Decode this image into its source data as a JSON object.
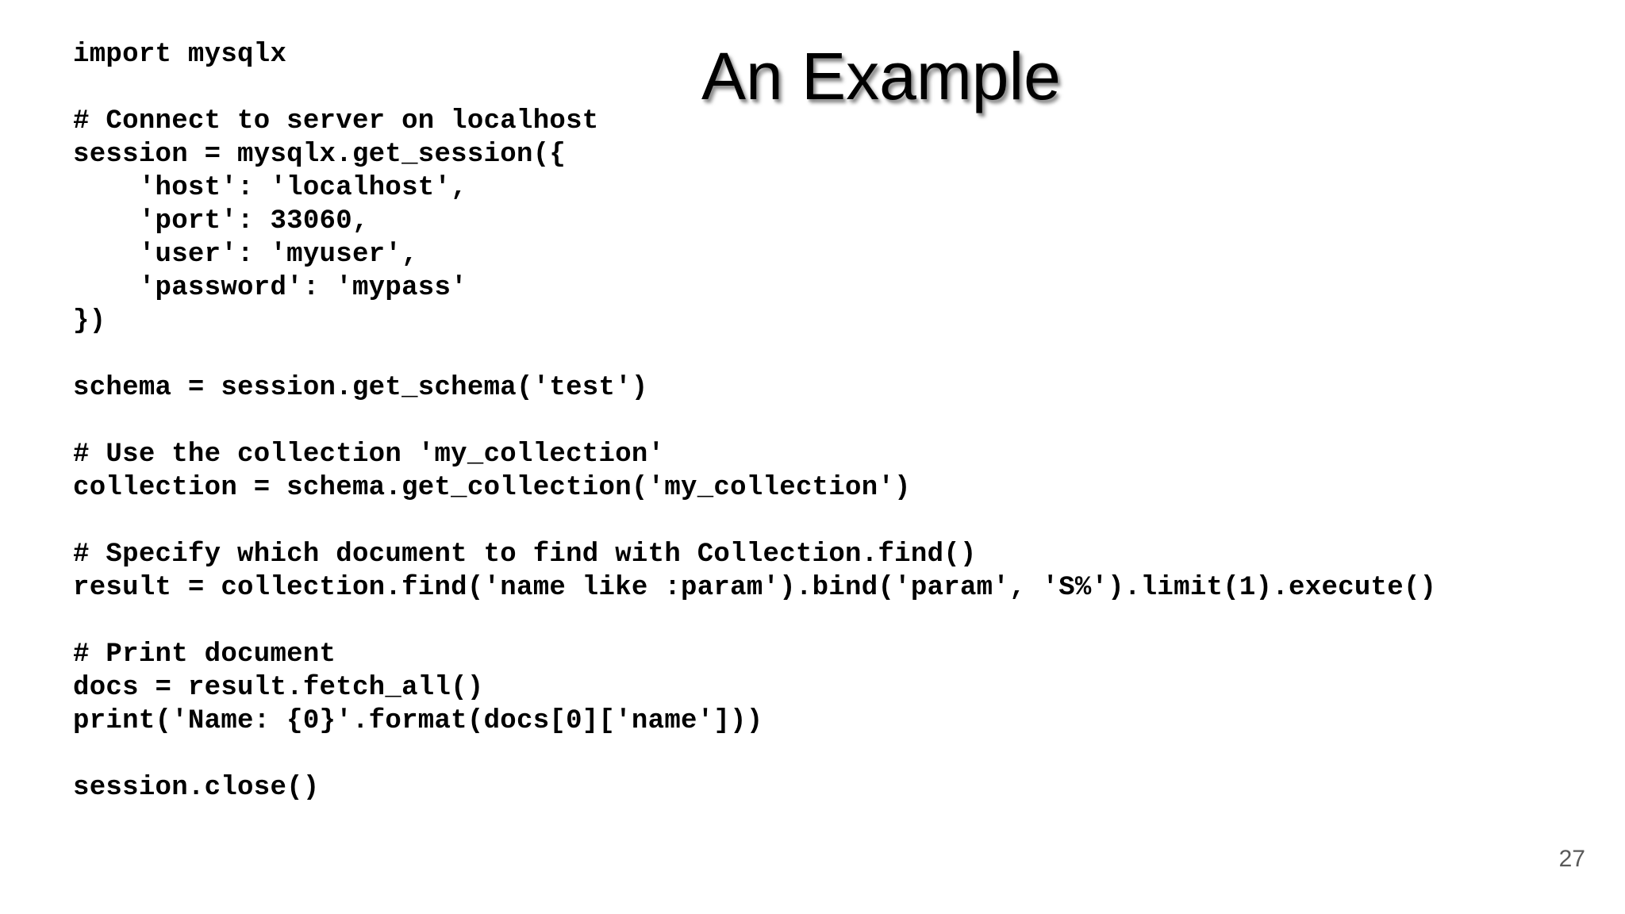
{
  "slide": {
    "title": "An Example",
    "page_number": "27",
    "colors": {
      "background": "#ffffff",
      "code_text": "#000000",
      "title_text": "#000000",
      "title_shadow": "#8c8c8c",
      "page_number_text": "#595959"
    },
    "code": {
      "language": "python",
      "lines": [
        "import mysqlx",
        "",
        "# Connect to server on localhost",
        "session = mysqlx.get_session({",
        "    'host': 'localhost',",
        "    'port': 33060,",
        "    'user': 'myuser',",
        "    'password': 'mypass'",
        "})",
        "",
        "schema = session.get_schema('test')",
        "",
        "# Use the collection 'my_collection'",
        "collection = schema.get_collection('my_collection')",
        "",
        "# Specify which document to find with Collection.find()",
        "result = collection.find('name like :param').bind('param', 'S%').limit(1).execute()",
        "",
        "# Print document",
        "docs = result.fetch_all()",
        "print('Name: {0}'.format(docs[0]['name']))",
        "",
        "session.close()"
      ]
    }
  }
}
